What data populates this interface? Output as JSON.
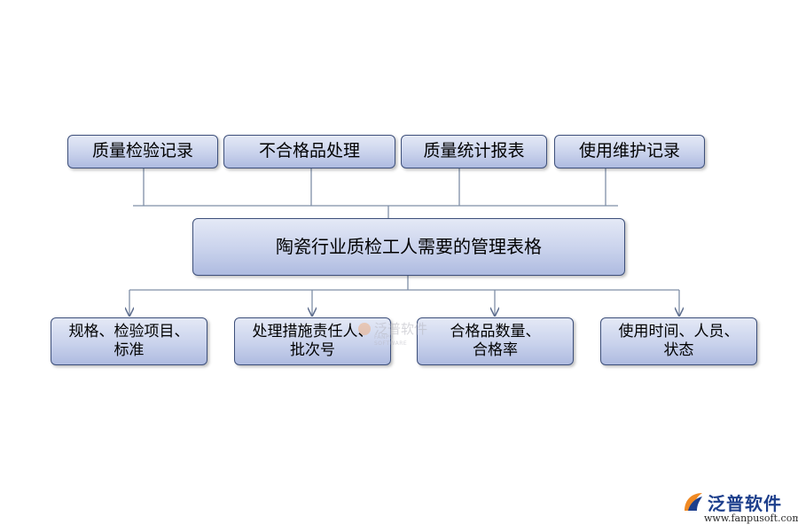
{
  "diagram": {
    "top_nodes": [
      "质量检验记录",
      "不合格品处理",
      "质量统计报表",
      "使用维护记录"
    ],
    "center_node": "陶瓷行业质检工人需要的管理表格",
    "bottom_nodes": [
      [
        "规格、检验项目、",
        "标准"
      ],
      [
        "处理措施责任人、",
        "批次号"
      ],
      [
        "合格品数量、",
        "合格率"
      ],
      [
        "使用时间、人员、",
        "状态"
      ]
    ]
  },
  "watermark": {
    "text": "泛普软件",
    "sub": "FANPU SOFTWARE"
  },
  "logo": {
    "name": "泛普软件",
    "url": "www.fanpusoft.com"
  },
  "colors": {
    "box_border": "#3d4f7a",
    "line": "#7f8fa8",
    "box_fill": "#c9d2ec",
    "logo_blue": "#1d3f8c",
    "logo_orange": "#f08a24"
  }
}
